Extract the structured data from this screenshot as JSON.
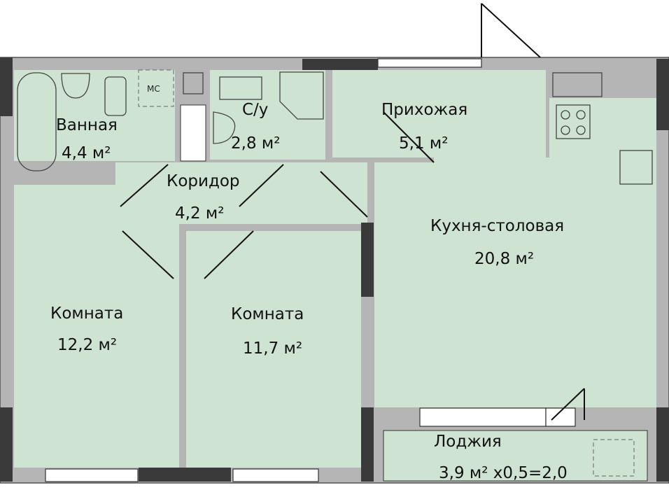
{
  "rooms": {
    "bath": {
      "name": "Ванная",
      "area": "4,4 м²"
    },
    "wc": {
      "name": "С/у",
      "area": "2,8 м²"
    },
    "hall": {
      "name": "Прихожая",
      "area": "5,1 м²"
    },
    "corridor": {
      "name": "Коридор",
      "area": "4,2 м²"
    },
    "kitchen": {
      "name": "Кухня-столовая",
      "area": "20,8 м²"
    },
    "room1": {
      "name": "Комната",
      "area": "12,2 м²"
    },
    "room2": {
      "name": "Комната",
      "area": "11,7 м²"
    },
    "loggia": {
      "name": "Лоджия",
      "area": "3,9 м² x0,5=2,0"
    }
  },
  "fixtures": {
    "washer_label": "МС"
  },
  "colors": {
    "room_fill": "#cfe3d2",
    "wall": "#b5b5b5",
    "load_wall": "#3a3a3a"
  }
}
